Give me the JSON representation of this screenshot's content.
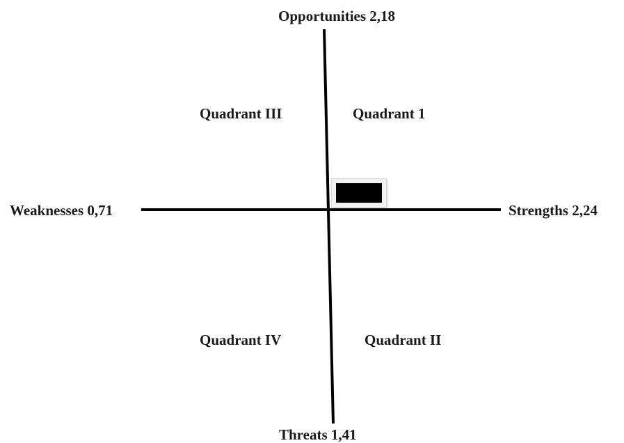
{
  "axes": {
    "top": "Opportunities 2,18",
    "bottom": "Threats 1,41",
    "left": "Weaknesses 0,71",
    "right": "Strengths 2,24"
  },
  "quadrants": {
    "upper_left": "Quadrant III",
    "upper_right": "Quadrant 1",
    "lower_left": "Quadrant IV",
    "lower_right": "Quadrant II"
  },
  "colors": {
    "line": "#000000",
    "text": "#1a1a1a",
    "marker": "#000000"
  }
}
